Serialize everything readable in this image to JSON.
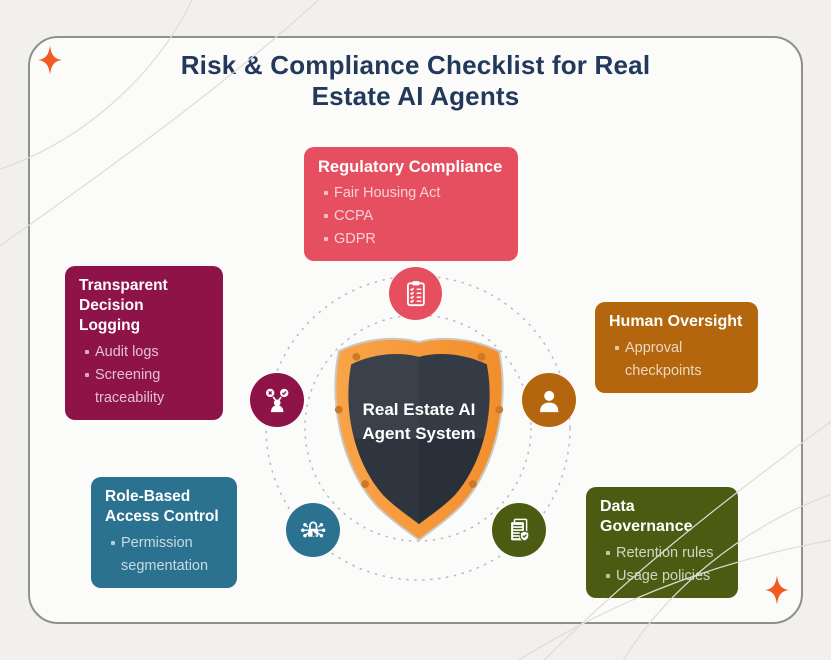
{
  "header": {
    "title_lines": [
      "Risk & Compliance Checklist for Real",
      "Estate AI Agents"
    ],
    "title_color": "#22395c"
  },
  "center": {
    "line1": "Real Estate AI",
    "line2": "Agent System",
    "shield_border_color": "#f79a3d",
    "shield_body_color": "#333a44"
  },
  "cards": {
    "regulatory": {
      "title": "Regulatory Compliance",
      "bullets": [
        "Fair Housing Act",
        "CCPA",
        "GDPR"
      ],
      "color": "#e64f60",
      "icon": "checklist-icon"
    },
    "logging": {
      "title": "Transparent Decision Logging",
      "bullets": [
        "Audit logs",
        "Screening traceability"
      ],
      "color": "#8e1349",
      "icon": "decision-icon"
    },
    "oversight": {
      "title": "Human Oversight",
      "bullets": [
        "Approval checkpoints"
      ],
      "color": "#b4660e",
      "icon": "user-icon"
    },
    "access": {
      "title": "Role-Based Access Control",
      "bullets": [
        "Permission segmentation"
      ],
      "color": "#2b7190",
      "icon": "access-lock-icon"
    },
    "governance": {
      "title": "Data Governance",
      "bullets": [
        "Retention rules",
        "Usage policies"
      ],
      "color": "#4b5c12",
      "icon": "document-shield-icon"
    }
  },
  "decor": {
    "sparkle_color": "#f15a22",
    "ring_color": "#b8bcc4"
  }
}
